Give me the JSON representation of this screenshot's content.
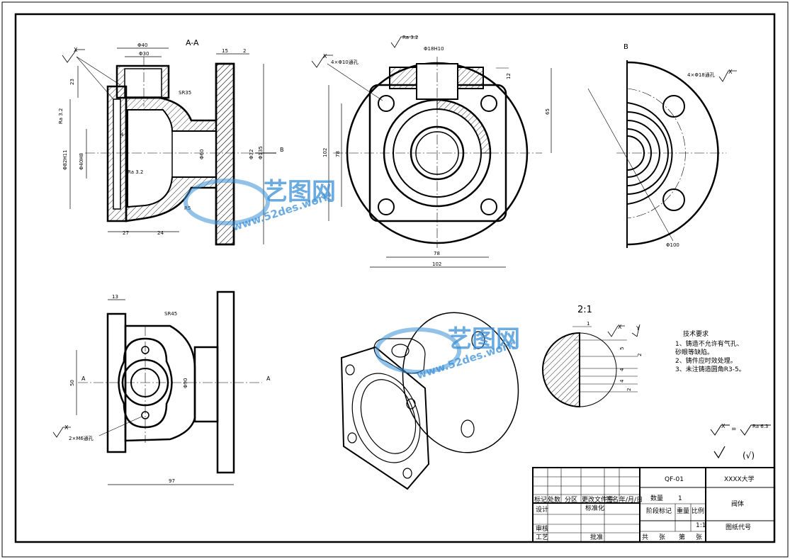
{
  "views": {
    "section_title": "A-A",
    "view_b_label": "B",
    "detail_scale": "2:1",
    "arrow_b": "B",
    "section_a_left": "A",
    "section_a_right": "A"
  },
  "dims": {
    "d40": "Φ40",
    "d30": "Φ30",
    "d15": "15",
    "d2": "2",
    "d23": "23",
    "sr35": "SR35",
    "d82": "Φ82H11",
    "d40h": "Φ40H8",
    "d4": "4",
    "d60": "Φ60",
    "d32": "Φ32",
    "d135": "Φ135",
    "ra32a": "Ra 3.2",
    "ra32b": "Ra 3.2",
    "r5": "R5",
    "d27": "27",
    "d24": "24",
    "holes4_d10": "4×Φ10通孔",
    "ra32c": "Ra 3.2",
    "d18": "Φ18H10",
    "d12": "12",
    "d65": "65",
    "d102v": "102",
    "d78v": "78",
    "d78h": "78",
    "d102h": "102",
    "holes4_d18": "4×Φ18通孔",
    "d100": "Φ100",
    "d13": "13",
    "sr45": "SR45",
    "d50": "50",
    "d90": "Φ90",
    "m6": "2×M6通孔",
    "d97": "97",
    "detail_1": "1",
    "detail_5": "5",
    "detail_2a": "2",
    "detail_4a": "4",
    "detail_4b": "4",
    "detail_2b": "2"
  },
  "surface": {
    "x": "X",
    "y": "Y",
    "eq": "=",
    "ra63": "Ra 6.3",
    "check_paren": "(√)"
  },
  "notes": {
    "title": "技术要求",
    "line1": "1、铸造不允许有气孔、",
    "line2": "砂眼等缺陷。",
    "line3": "2、铸件应时效处理。",
    "line4": "3、未注铸造圆角R3-5。"
  },
  "title_block": {
    "drawing_no": "QF-01",
    "school": "XXXX大学",
    "qty_label": "数量",
    "qty": "1",
    "part_name": "阀体",
    "stage_label": "阶段标记",
    "weight_label": "重量",
    "scale_label": "比例",
    "scale": "1:1",
    "drawing_code": "图纸代号",
    "total": "共",
    "sheets": "张",
    "no": "第",
    "sheet2": "张",
    "row_mark": "标记",
    "row_count": "处数",
    "row_zone": "分区",
    "row_change": "更改文件号",
    "row_sign": "签名",
    "row_date": "年/月/日",
    "design": "设计",
    "standard": "标准化",
    "review": "审核",
    "craft": "工艺",
    "approve": "批准"
  },
  "watermark": {
    "main": "艺图网",
    "sub": "www.52des.work"
  }
}
